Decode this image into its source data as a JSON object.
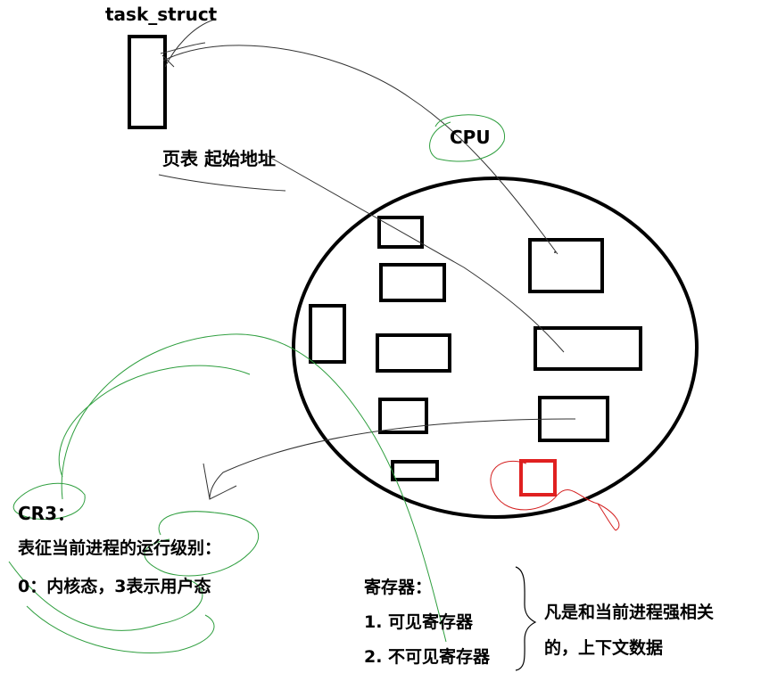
{
  "labels": {
    "task_struct": "task_struct",
    "page_table": "页表 起始地址",
    "cpu": "CPU",
    "cr3_title": "CR3：",
    "cr3_desc": "表征当前进程的运行级别：",
    "cr3_levels": "0：内核态，3表示用户态",
    "registers_title": "寄存器：",
    "registers_visible": "1. 可见寄存器",
    "registers_invisible": "2. 不可见寄存器",
    "note_line1": "凡是和当前进程强相关",
    "note_line2": "的，上下文数据"
  },
  "colors": {
    "ink": "#000000",
    "annotation_green": "#2e9e3e",
    "highlight_red": "#e02020",
    "scribble_red": "#d42020",
    "pencil_gray": "#333333"
  }
}
